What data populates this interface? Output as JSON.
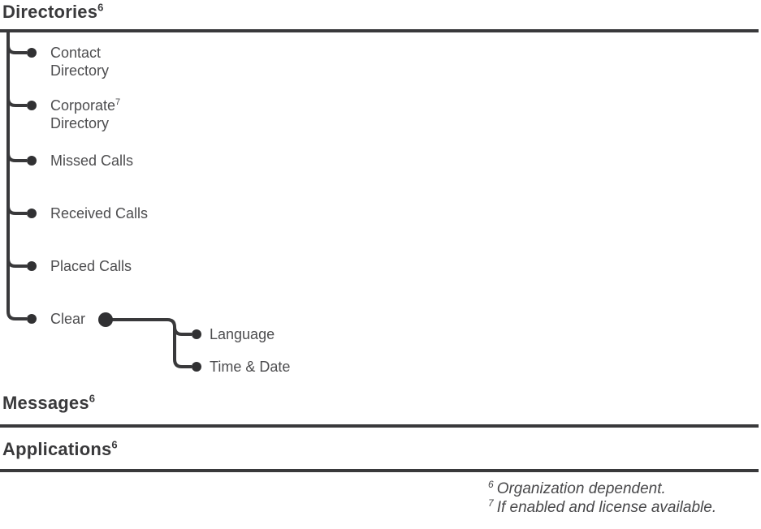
{
  "headings": {
    "directories": {
      "label": "Directories",
      "sup": "6"
    },
    "messages": {
      "label": "Messages",
      "sup": "6"
    },
    "applications": {
      "label": "Applications",
      "sup": "6"
    }
  },
  "tree": {
    "items": [
      {
        "line1": "Contact",
        "line2": "Directory"
      },
      {
        "line1": "Corporate",
        "line1_sup": "7",
        "line2": "Directory"
      },
      {
        "line1": "Missed Calls"
      },
      {
        "line1": "Received Calls"
      },
      {
        "line1": "Placed Calls"
      },
      {
        "line1": "Clear"
      }
    ],
    "clear_children": [
      {
        "label": "Language"
      },
      {
        "label": "Time & Date"
      }
    ]
  },
  "footnotes": [
    {
      "sup": "6",
      "text": "Organization dependent."
    },
    {
      "sup": "7",
      "text": "If enabled and license available."
    }
  ],
  "colors": {
    "line": "#39393b",
    "bullet": "#313133",
    "heading_text": "#39393b",
    "body_text": "#4d4d4f"
  }
}
